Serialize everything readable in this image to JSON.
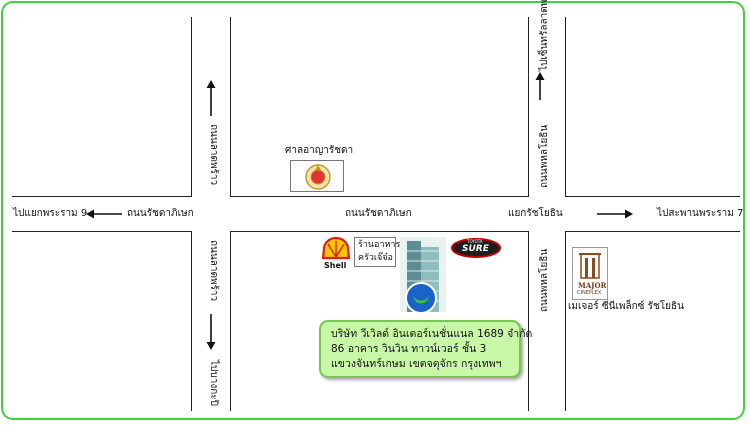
{
  "roads": {
    "horizontal_name": "ถนนรัชดาภิเษก",
    "lat_phrao_upper": "ถนนลาดพร้าว",
    "lat_phrao_lower": "ถนนลาดพร้าว",
    "phahon_upper": "ถนนพหลโยธิน",
    "phahon_lower": "ถนนพหลโยธิน"
  },
  "directions": {
    "rama9": "ไปแยกพระราม 9",
    "bangkapi": "ไปบางกะปิ",
    "central": "ไปเซ็นทรัลลาดพร้าว",
    "rama7_bridge": "ไปสะพานพระราม 7",
    "junction": "แยกรัชโยธิน",
    "ratchada_left": "ถนนรัชดาภิเษก"
  },
  "landmarks": {
    "court": "ศาลอาญารัชดา",
    "restaurant_line1": "ร้านอาหาร",
    "restaurant_line2": "ครัวเจ๊จ๋อ",
    "shell": "Shell",
    "sure_brand_top": "TOYOTA",
    "sure_brand": "SURE",
    "major_logo_top": "MAJOR",
    "major_logo_bottom": "CINEPLEX",
    "major_caption": "เมเจอร์ ซีนีเพล็กซ์ รัชโยธิน"
  },
  "company": {
    "line1": "บริษัท วีเวิลด์ อินเตอร์เนชั่นแนล 1689 จำกัด",
    "line2": "86 อาคาร วินวิน ทาวน์เวอร์ ชั้น 3",
    "line3": "แขวงจันทร์เกษม เขตจตุจักร กรุงเทพฯ"
  },
  "colors": {
    "frame": "#3fd13f",
    "info_bg": "#c9f7a8",
    "info_border": "#79c455",
    "shell_yellow": "#f7c600",
    "shell_red": "#dd1d21"
  }
}
